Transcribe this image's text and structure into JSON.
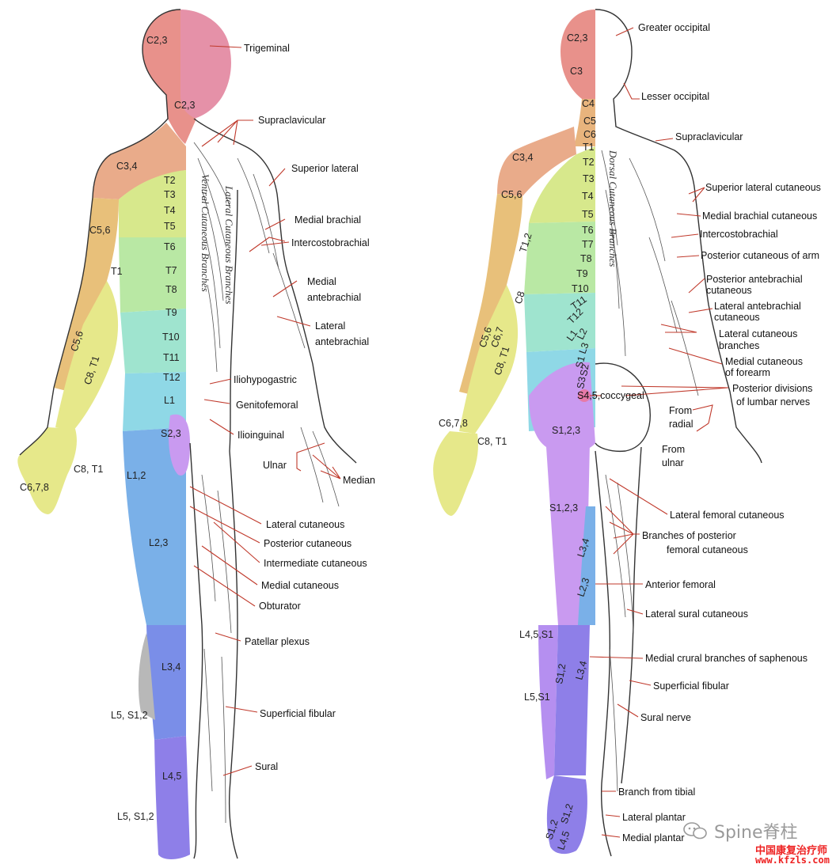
{
  "figure": {
    "background": "#ffffff",
    "line_color": "#c0392b",
    "zone_colors": {
      "trigeminal": "#e591a8",
      "c23": "#e8918b",
      "c34": "#e9ab8a",
      "c56": "#e8c07a",
      "t_upper": "#d7e88c",
      "t_mid": "#b9e8a4",
      "t_lower": "#9fe4cf",
      "l1": "#8fd8e6",
      "l2": "#7ab0e8",
      "l3": "#7a8ee8",
      "l45": "#8e7fe8",
      "s123": "#c99af0",
      "c678": "#e6e88a",
      "s_gray": "#b8b8b8"
    }
  },
  "anterior": {
    "zones": {
      "c23_top": "C2,3",
      "c23_neck": "C2,3",
      "c34": "C3,4",
      "t2": "T2",
      "t3": "T3",
      "t4": "T4",
      "t5": "T5",
      "t6": "T6",
      "t7": "T7",
      "t8": "T8",
      "t9": "T9",
      "t10": "T10",
      "t11": "T11",
      "t12": "T12",
      "l1": "L1",
      "c56_a": "C5,6",
      "t1": "T1",
      "c56_b": "C5,6",
      "c8t1_a": "C8, T1",
      "c8t1_b": "C8, T1",
      "c678": "C6,7,8",
      "s23": "S2,3",
      "l12": "L1,2",
      "l23": "L2,3",
      "l34": "L3,4",
      "l5s12_a": "L5, S1,2",
      "l45": "L4,5",
      "l5s12_b": "L5, S1,2"
    },
    "vertical_text": {
      "ventral": "Ventral Cutaneous Branches",
      "lateral": "Lateral Cutaneous Branches"
    },
    "nerve_labels": {
      "trigeminal": "Trigeminal",
      "supraclavicular": "Supraclavicular",
      "superior_lateral": "Superior lateral",
      "medial_brachial": "Medial brachial",
      "intercostobrachial": "Intercostobrachial",
      "medial_antebrachial_1": "Medial",
      "medial_antebrachial_2": "antebrachial",
      "lateral_antebrachial_1": "Lateral",
      "lateral_antebrachial_2": "antebrachial",
      "iliohypogastric": "Iliohypogastric",
      "genitofemoral": "Genitofemoral",
      "ilioinguinal": "Ilioinguinal",
      "ulnar": "Ulnar",
      "median": "Median",
      "lateral_cutaneous": "Lateral cutaneous",
      "posterior_cutaneous": "Posterior cutaneous",
      "intermediate_cutaneous": "Intermediate cutaneous",
      "medial_cutaneous": "Medial cutaneous",
      "obturator": "Obturator",
      "patellar_plexus": "Patellar plexus",
      "superficial_fibular": "Superficial fibular",
      "sural": "Sural"
    }
  },
  "posterior": {
    "zones": {
      "c23": "C2,3",
      "c3": "C3",
      "c4": "C4",
      "c5": "C5",
      "c6": "C6",
      "t1": "T1",
      "t2": "T2",
      "t3": "T3",
      "t4": "T4",
      "t5": "T5",
      "t6": "T6",
      "t7": "T7",
      "t8": "T8",
      "t9": "T9",
      "t10": "T10",
      "t11": "T11",
      "t12": "T12",
      "l1": "L1",
      "l2": "L2",
      "l3": "L3",
      "s1": "S1",
      "s2": "S2",
      "s3": "S3",
      "c34": "C3,4",
      "c56": "C5,6",
      "t12_arm": "T1,2",
      "c8_arm": "C8",
      "c56_arm": "C5,6",
      "c67": "C6,7",
      "c8t1_arm": "C8, T1",
      "c678": "C6,7,8",
      "c8t1_hand": "C8, T1",
      "s123_a": "S1,2,3",
      "s123_b": "S1,2,3",
      "l34": "L3,4",
      "l23": "L2,3",
      "l45s1_a": "L4,5,S1",
      "s12_a": "S1,2",
      "l34_b": "L3,4",
      "l5s1": "L5,S1",
      "s12_b": "S1,2",
      "s12_c": "S1,2",
      "l45": "L4,5"
    },
    "vertical_text": {
      "dorsal": "Dorsal Cutaneous Branches"
    },
    "nerve_labels": {
      "greater_occipital": "Greater occipital",
      "lesser_occipital": "Lesser occipital",
      "supraclavicular": "Supraclavicular",
      "superior_lateral_cutaneous": "Superior lateral cutaneous",
      "medial_brachial_cutaneous": "Medial brachial cutaneous",
      "intercostobrachial": "Intercostobrachial",
      "posterior_cutaneous_arm": "Posterior cutaneous of arm",
      "posterior_antebrachial_1": "Posterior antebrachial",
      "posterior_antebrachial_2": "cutaneous",
      "lateral_antebrachial_1": "Lateral antebrachial",
      "lateral_antebrachial_2": "cutaneous",
      "lateral_cutaneous_branches_1": "Lateral cutaneous",
      "lateral_cutaneous_branches_2": "branches",
      "medial_cutaneous_forearm_1": "Medial cutaneous",
      "medial_cutaneous_forearm_2": "of forearm",
      "posterior_divisions_1": "Posterior divisions",
      "posterior_divisions_2": "of lumbar nerves",
      "s45_coccygeal": "S4,5,coccygeal",
      "from_radial_1": "From",
      "from_radial_2": "radial",
      "from_ulnar_1": "From",
      "from_ulnar_2": "ulnar",
      "lateral_femoral_cutaneous": "Lateral femoral cutaneous",
      "branches_posterior_femoral_1": "Branches of posterior",
      "branches_posterior_femoral_2": "femoral cutaneous",
      "anterior_femoral": "Anterior femoral",
      "lateral_sural_cutaneous": "Lateral sural cutaneous",
      "medial_crural": "Medial crural branches of saphenous",
      "superficial_fibular": "Superficial fibular",
      "sural_nerve": "Sural nerve",
      "branch_from_tibial": "Branch from tibial",
      "lateral_plantar": "Lateral plantar",
      "medial_plantar": "Medial plantar"
    }
  },
  "watermark": {
    "brand": "Spine脊柱",
    "cn_title": "中国康复治疗师",
    "url": "www.kfzls.com",
    "icon": "wechat-bubble-icon"
  }
}
